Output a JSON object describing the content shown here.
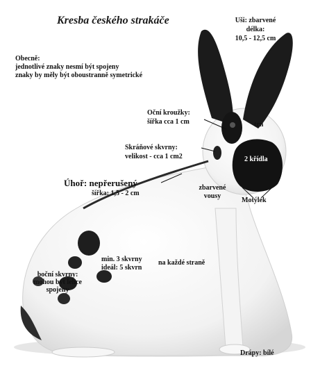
{
  "title": "Kresba českého strakáče",
  "general": {
    "heading": "Obecně:",
    "line1": "jednotlivé znaky nesmí být spojeny",
    "line2": "znaky by měly být oboustranně symetrické"
  },
  "ears": {
    "line1": "Uši: zbarvené",
    "line2": "délka:",
    "line3": "10,5 - 12,5 cm"
  },
  "eye_rings": {
    "line1": "Oční kroužky:",
    "line2": "šířka cca 1 cm"
  },
  "cheek_spots": {
    "line1": "Skráňové skvrny:",
    "line2": "velikost - cca 1 cm2"
  },
  "spine": {
    "line1": "Úhoř: nepřerušený",
    "line2": "šířka: 1,5 - 2 cm"
  },
  "thorn": "trn",
  "wings": "2 křídla",
  "whiskers": {
    "line1": "zbarvené",
    "line2": "vousy"
  },
  "butterfly": "Motýlek",
  "spots_count": {
    "line1": "min. 3 skvrny",
    "line1b": "na každé straně",
    "line2": "ideál: 5 skvrn"
  },
  "side_spots": {
    "line1": "boční skvrny:",
    "line2": "mohou být lehce",
    "line3": "spojeny"
  },
  "claws": "Drápy: bílé",
  "colors": {
    "background": "#ffffff",
    "fur": "#f7f7f7",
    "markings": "#161616",
    "text": "#111111"
  }
}
